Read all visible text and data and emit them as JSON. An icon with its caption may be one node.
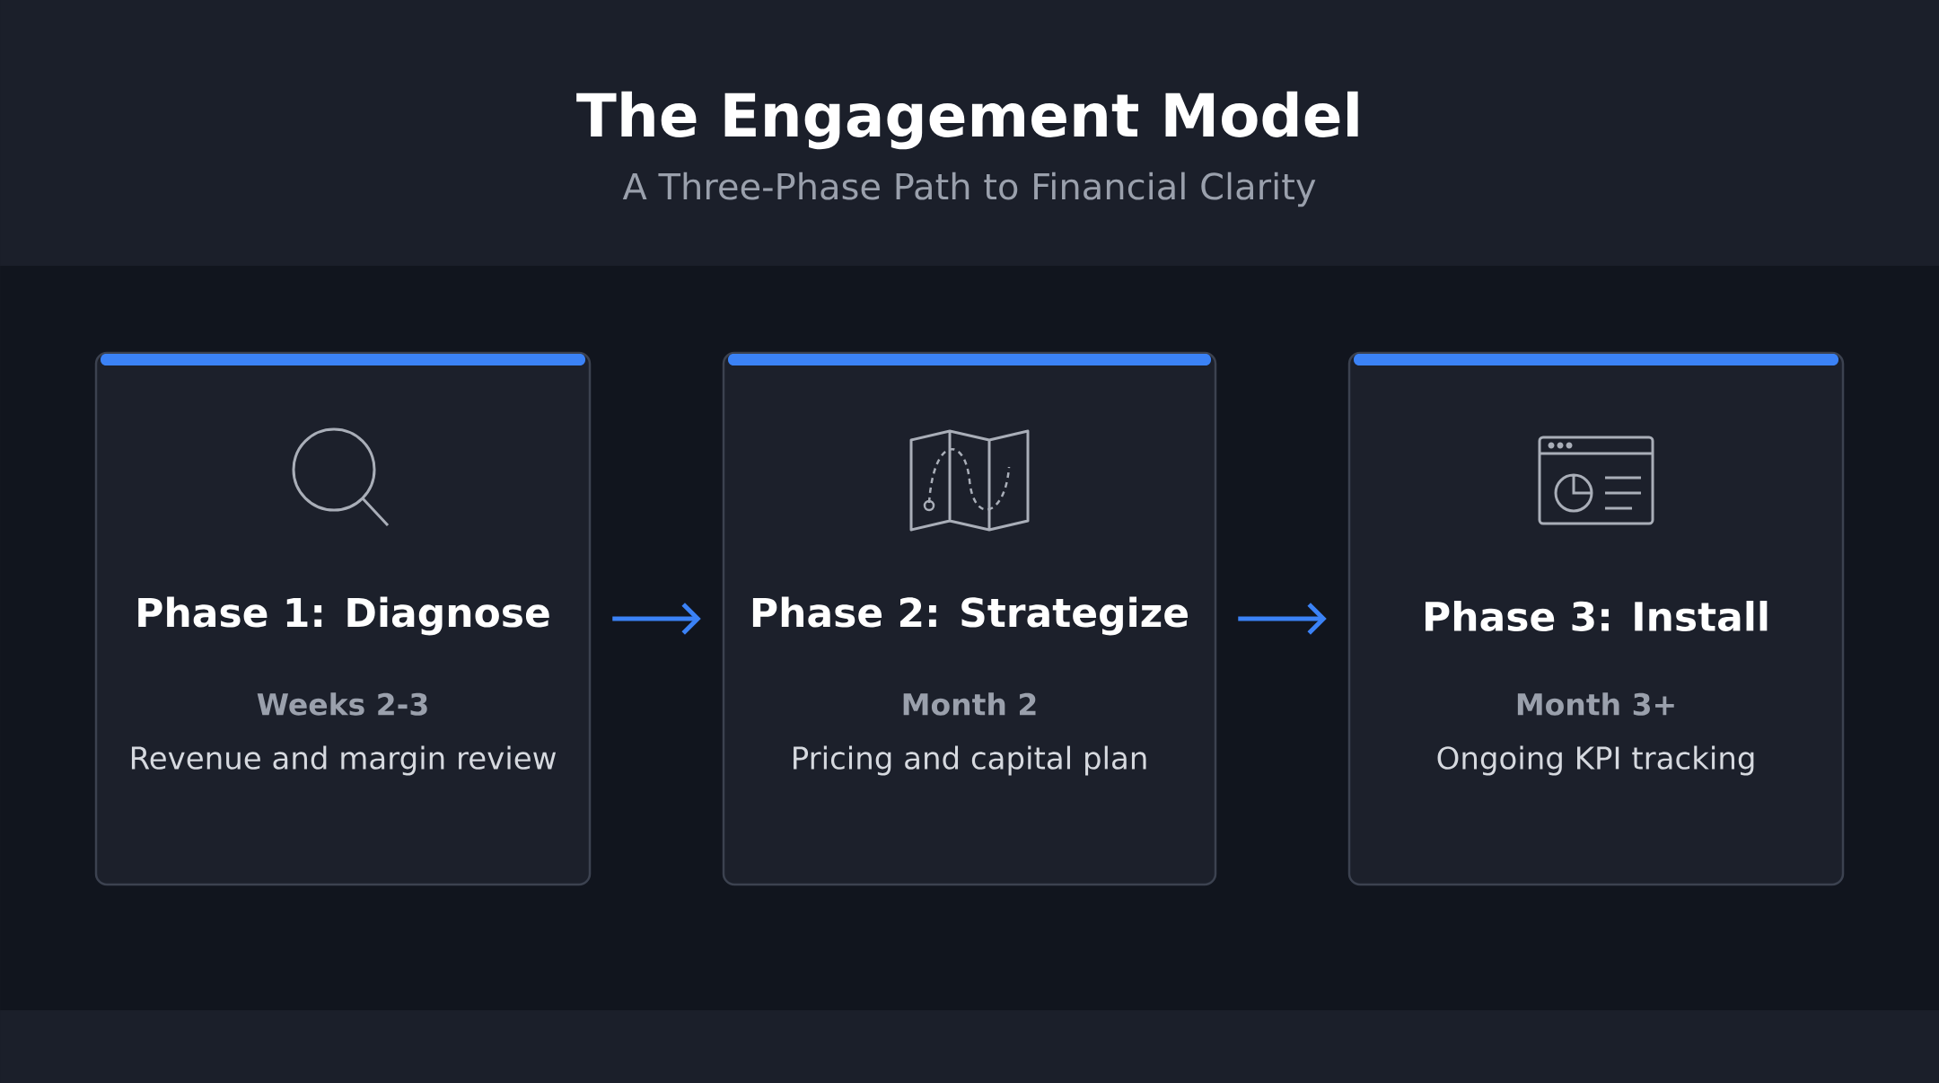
{
  "diagram": {
    "title": "The Engagement Model",
    "caption": "A Three-Phase Path to Financial Clarity",
    "nodes": [
      {
        "text": [
          "Phase 1: Diagnose",
          "Weeks 2-3",
          "Revenue and margin review"
        ]
      },
      {
        "text": [
          "Phase 2: Strategize",
          "Month 2",
          "Pricing and capital plan"
        ]
      },
      {
        "text": [
          "Phase 3: Install",
          "Month 3+",
          "Ongoing KPI tracking"
        ]
      }
    ],
    "edges": [
      {
        "from": 0,
        "to": 1,
        "arrow": "to"
      },
      {
        "from": 1,
        "to": 2,
        "arrow": "to"
      }
    ]
  }
}
